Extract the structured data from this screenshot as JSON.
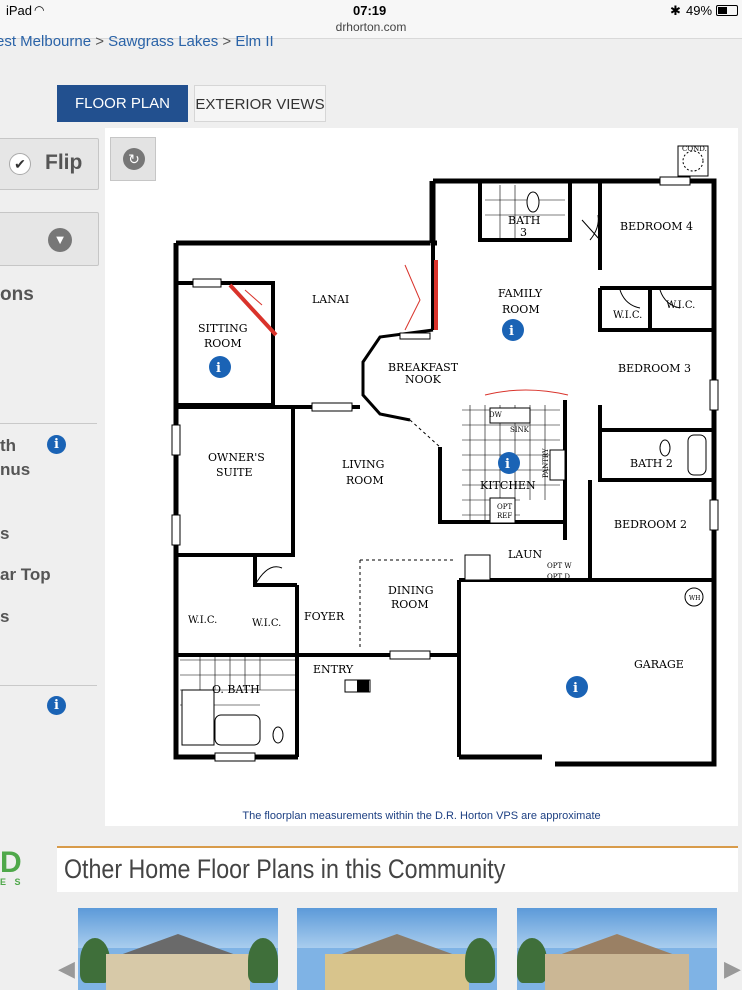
{
  "status_bar": {
    "device": "iPad",
    "time": "07:19",
    "battery": "49%"
  },
  "url": "drhorton.com",
  "breadcrumb": {
    "item1": "est Melbourne",
    "sep": ">",
    "item2": "Sawgrass Lakes",
    "item3": "Elm II"
  },
  "tabs": {
    "floor_plan": "FLOOR PLAN",
    "exterior_views": "EXTERIOR VIEWS"
  },
  "sidebar": {
    "flip_label": "Flip",
    "options_fragment": "ons",
    "option_items": [
      "th",
      "nus",
      "s",
      "ar Top",
      "s"
    ]
  },
  "floorplan": {
    "rooms": {
      "cond": "COND.",
      "bath3": "BATH",
      "bath3_num": "3",
      "bedroom4": "BEDROOM 4",
      "lanai": "LANAI",
      "family_room_1": "FAMILY",
      "family_room_2": "ROOM",
      "sitting_room_1": "SITTING",
      "sitting_room_2": "ROOM",
      "wic_br3": "W.I.C.",
      "wic_br3b": "W.I.C.",
      "breakfast_nook_1": "BREAKFAST",
      "breakfast_nook_2": "NOOK",
      "bedroom3": "BEDROOM 3",
      "dw": "DW",
      "sink": "SINK",
      "owners_suite_1": "OWNER'S",
      "owners_suite_2": "SUITE",
      "living_room_1": "LIVING",
      "living_room_2": "ROOM",
      "kitchen": "KITCHEN",
      "bath2": "BATH 2",
      "pantry": "PANTRY",
      "opt_ref_1": "OPT",
      "opt_ref_2": "REF",
      "bedroom2": "BEDROOM 2",
      "laun": "LAUN",
      "opt_w": "OPT W",
      "opt_d": "OPT D",
      "wic_owner_1": "W.I.C.",
      "wic_owner_2": "W.I.C.",
      "foyer": "FOYER",
      "dining_room_1": "DINING",
      "dining_room_2": "ROOM",
      "wh": "WH",
      "entry": "ENTRY",
      "garage": "GARAGE",
      "o_bath": "O. BATH"
    },
    "note": "The floorplan measurements within the D.R. Horton VPS are approximate"
  },
  "footer_logo": {
    "letter": "D",
    "subtext": "E S"
  },
  "other_plans": {
    "title": "Other Home Floor Plans in this Community"
  },
  "colors": {
    "tab_active": "#22508f",
    "info": "#1a63b5",
    "door_highlight": "#d9332b",
    "section_rule": "#d89b4a"
  }
}
